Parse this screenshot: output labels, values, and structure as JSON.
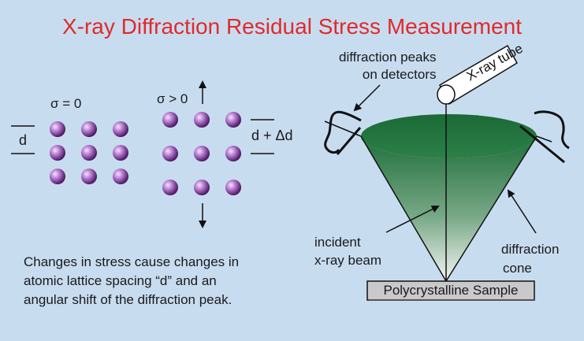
{
  "title": "X-ray Diffraction Residual Stress Measurement",
  "lattice_unstressed": {
    "label": "σ = 0",
    "spacing_label": "d"
  },
  "lattice_stressed": {
    "label": "σ > 0",
    "spacing_label": "d + Δd"
  },
  "caption": {
    "line1": "Changes in stress cause changes in",
    "line2": "atomic lattice spacing “d” and an",
    "line3": "angular shift of the diffraction peak."
  },
  "labels": {
    "detectors_line1": "diffraction peaks",
    "detectors_line2": "on detectors",
    "xray_tube": "X-ray tube",
    "incident_line1": "incident",
    "incident_line2": "x-ray beam",
    "cone_line1": "diffraction",
    "cone_line2": "cone",
    "sample": "Polycrystalline Sample"
  },
  "colors": {
    "title": "#e02a2a",
    "background": "#c8dcf0",
    "cone_top": "#1f6e3a",
    "atom": "#8a3fa0"
  }
}
